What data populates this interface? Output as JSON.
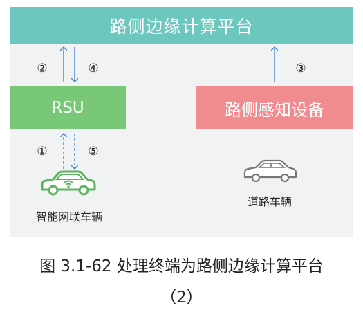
{
  "top_bar": {
    "label": "路侧边缘计算平台"
  },
  "rsu": {
    "label": "RSU"
  },
  "sensor": {
    "label": "路侧感知设备"
  },
  "steps": [
    "②",
    "④",
    "③",
    "①",
    "⑤"
  ],
  "connected_vehicle": {
    "label": "智能网联车辆"
  },
  "road_vehicle": {
    "label": "道路车辆"
  },
  "caption": {
    "line1": "图 3.1-62  处理终端为路侧边缘计算平台",
    "line2": "（2）"
  },
  "colors": {
    "top_bar": "#6cc7be",
    "rsu": "#78c878",
    "sensor": "#f08b8f",
    "arrow": "#4a86c8",
    "car_connected": "#5bb55b",
    "car_road": "#777777"
  }
}
